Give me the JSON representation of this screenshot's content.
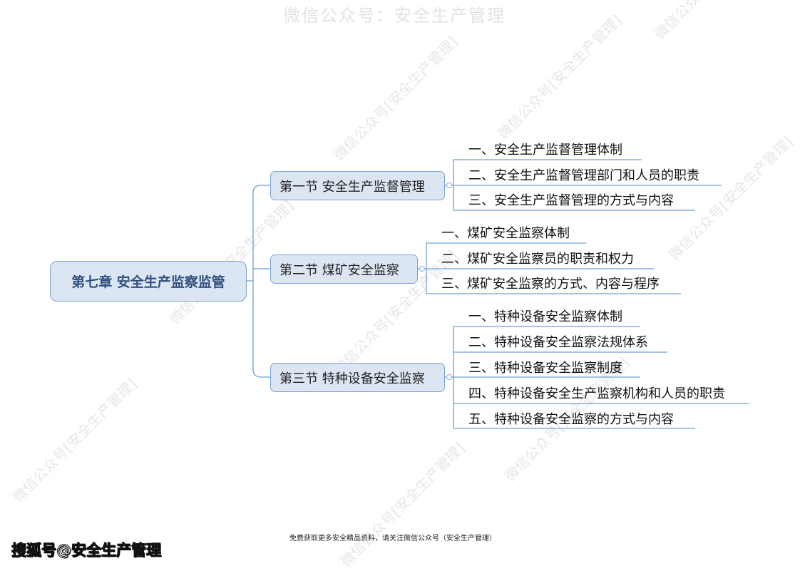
{
  "watermark": {
    "top": "微信公众号：安全生产管理",
    "diagonal": "微信公众号[安全生产管理]"
  },
  "mindmap": {
    "root": "第七章 安全生产监察监管",
    "sections": [
      {
        "title": "第一节 安全生产监督管理",
        "items": [
          "一、安全生产监督管理体制",
          "二、安全生产监督管理部门和人员的职责",
          "三、安全生产监督管理的方式与内容"
        ]
      },
      {
        "title": "第二节 煤矿安全监察",
        "items": [
          "一、煤矿安全监察体制",
          "二、煤矿安全监察员的职责和权力",
          "三、煤矿安全监察的方式、内容与程序"
        ]
      },
      {
        "title": "第三节 特种设备安全监察",
        "items": [
          "一、特种设备安全监察体制",
          "二、特种设备安全监察法规体系",
          "三、特种设备安全监察制度",
          "四、特种设备安全生产监察机构和人员的职责",
          "五、特种设备安全监察的方式与内容"
        ]
      }
    ]
  },
  "footer": {
    "note": "免费获取更多安全精品资料，请关注微信公众号（安全生产管理）",
    "sohu_tag": "搜狐号@安全生产管理"
  },
  "colors": {
    "node_fill": "#dce6f2",
    "node_border": "#7aa3d6",
    "line": "#6f9fd8",
    "root_text": "#2f4f7f"
  }
}
